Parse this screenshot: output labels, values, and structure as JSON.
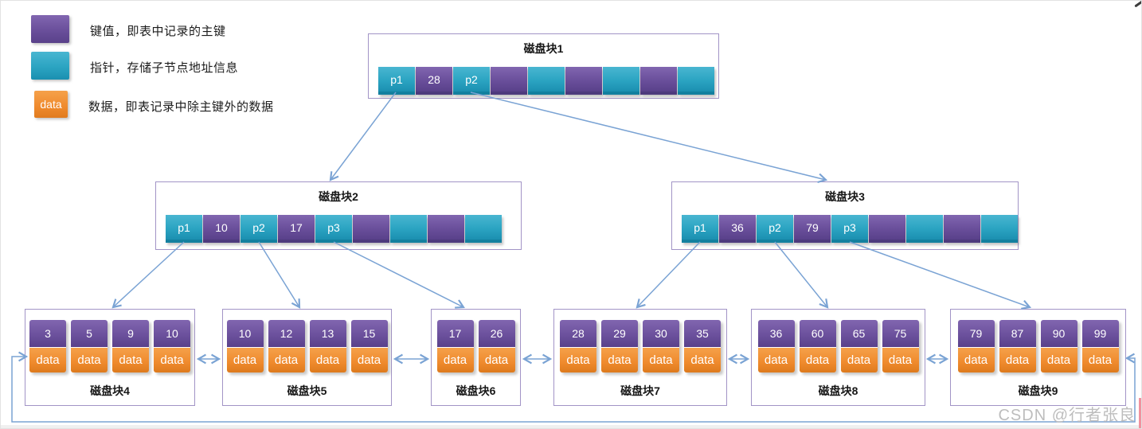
{
  "legend": {
    "items": [
      {
        "type": "key",
        "swatch_label": "",
        "label": "键值，即表中记录的主键"
      },
      {
        "type": "pointer",
        "swatch_label": "",
        "label": "指针，存储子节点地址信息"
      },
      {
        "type": "data",
        "swatch_label": "data",
        "label": "数据，即表记录中除主键外的数据"
      }
    ]
  },
  "nodes": {
    "block1": {
      "title": "磁盘块1",
      "cells": [
        [
          "pointer",
          "p1"
        ],
        [
          "key",
          "28"
        ],
        [
          "pointer",
          "p2"
        ],
        [
          "key",
          ""
        ],
        [
          "pointer",
          ""
        ],
        [
          "key",
          ""
        ],
        [
          "pointer",
          ""
        ],
        [
          "key",
          ""
        ],
        [
          "pointer",
          ""
        ]
      ]
    },
    "block2": {
      "title": "磁盘块2",
      "cells": [
        [
          "pointer",
          "p1"
        ],
        [
          "key",
          "10"
        ],
        [
          "pointer",
          "p2"
        ],
        [
          "key",
          "17"
        ],
        [
          "pointer",
          "p3"
        ],
        [
          "key",
          ""
        ],
        [
          "pointer",
          ""
        ],
        [
          "key",
          ""
        ],
        [
          "pointer",
          ""
        ]
      ]
    },
    "block3": {
      "title": "磁盘块3",
      "cells": [
        [
          "pointer",
          "p1"
        ],
        [
          "key",
          "36"
        ],
        [
          "pointer",
          "p2"
        ],
        [
          "key",
          "79"
        ],
        [
          "pointer",
          "p3"
        ],
        [
          "key",
          ""
        ],
        [
          "pointer",
          ""
        ],
        [
          "key",
          ""
        ],
        [
          "pointer",
          ""
        ]
      ]
    },
    "block4": {
      "title": "磁盘块4",
      "entries": [
        {
          "key": "3",
          "data": "data"
        },
        {
          "key": "5",
          "data": "data"
        },
        {
          "key": "9",
          "data": "data"
        },
        {
          "key": "10",
          "data": "data"
        }
      ]
    },
    "block5": {
      "title": "磁盘块5",
      "entries": [
        {
          "key": "10",
          "data": "data"
        },
        {
          "key": "12",
          "data": "data"
        },
        {
          "key": "13",
          "data": "data"
        },
        {
          "key": "15",
          "data": "data"
        }
      ]
    },
    "block6": {
      "title": "磁盘块6",
      "entries": [
        {
          "key": "17",
          "data": "data"
        },
        {
          "key": "26",
          "data": "data"
        }
      ]
    },
    "block7": {
      "title": "磁盘块7",
      "entries": [
        {
          "key": "28",
          "data": "data"
        },
        {
          "key": "29",
          "data": "data"
        },
        {
          "key": "30",
          "data": "data"
        },
        {
          "key": "35",
          "data": "data"
        }
      ]
    },
    "block8": {
      "title": "磁盘块8",
      "entries": [
        {
          "key": "36",
          "data": "data"
        },
        {
          "key": "60",
          "data": "data"
        },
        {
          "key": "65",
          "data": "data"
        },
        {
          "key": "75",
          "data": "data"
        }
      ]
    },
    "block9": {
      "title": "磁盘块9",
      "entries": [
        {
          "key": "79",
          "data": "data"
        },
        {
          "key": "87",
          "data": "data"
        },
        {
          "key": "90",
          "data": "data"
        },
        {
          "key": "99",
          "data": "data"
        }
      ]
    }
  },
  "watermark": "CSDN @行者张良",
  "colors": {
    "key": "#6a4f9b",
    "pointer": "#2ba4c2",
    "data": "#ef8a2d",
    "arrow": "#7aa3d4",
    "box_border": "#a294c6"
  }
}
